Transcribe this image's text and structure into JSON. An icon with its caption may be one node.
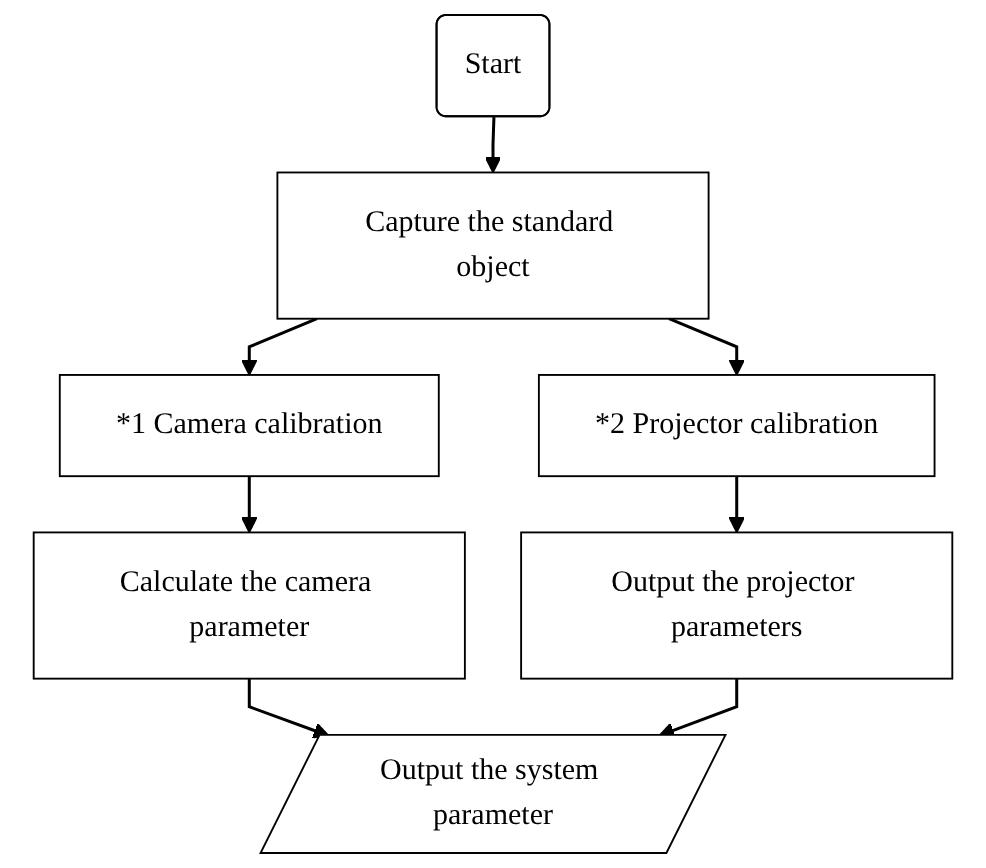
{
  "diagram": {
    "nodes": [
      {
        "text": [
          "Start"
        ]
      },
      {
        "text": [
          "Capture the standard object"
        ]
      },
      {
        "text": [
          "*1 Camera calibration"
        ]
      },
      {
        "text": [
          "*2 Projector calibration"
        ]
      },
      {
        "text": [
          "Calculate the camera parameter"
        ]
      },
      {
        "text": [
          "Output the projector parameters"
        ]
      },
      {
        "text": [
          "Output the system parameter"
        ]
      }
    ],
    "edges": [
      {
        "from": 0,
        "to": 1,
        "arrow": "to"
      },
      {
        "from": 1,
        "to": 2,
        "arrow": "to"
      },
      {
        "from": 1,
        "to": 3,
        "arrow": "to"
      },
      {
        "from": 2,
        "to": 4,
        "arrow": "to"
      },
      {
        "from": 3,
        "to": 5,
        "arrow": "to"
      },
      {
        "from": 4,
        "to": 6,
        "arrow": "to"
      },
      {
        "from": 5,
        "to": 6,
        "arrow": "to"
      }
    ]
  }
}
